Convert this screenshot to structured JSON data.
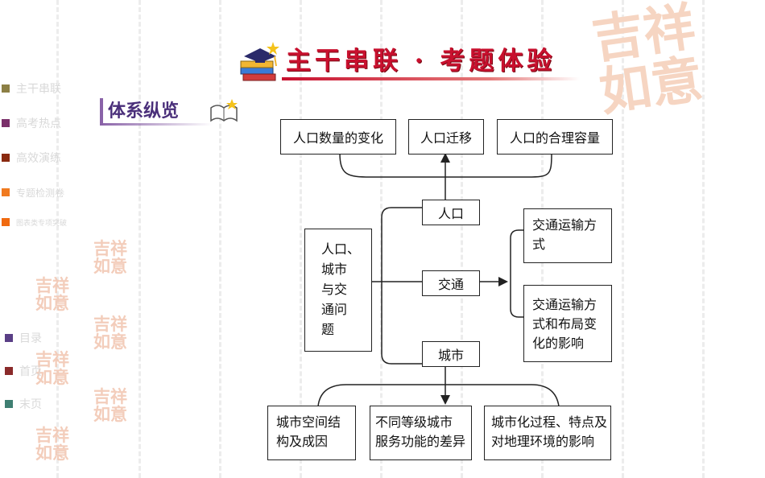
{
  "slide": {
    "title": "主干串联 · 考题体验",
    "section_title": "体系纵览"
  },
  "nav": {
    "items": [
      {
        "label": "主干串联",
        "color": "#8c7f45"
      },
      {
        "label": "高考热点",
        "color": "#7a2f6a"
      },
      {
        "label": "高效演练",
        "color": "#8a2a10"
      },
      {
        "label": "专题检测卷",
        "color": "#f07a20"
      },
      {
        "label": "图表类专项突破",
        "color": "#f06a10"
      }
    ],
    "bottom": [
      {
        "label": "目录",
        "color": "#5a3f86"
      },
      {
        "label": "首页",
        "color": "#8a2a2a"
      },
      {
        "label": "末页",
        "color": "#3f7f72"
      }
    ]
  },
  "decor": {
    "stamp_big": [
      "吉",
      "祥",
      "如",
      "意"
    ],
    "stamp_small": [
      "吉",
      "祥",
      "如",
      "意"
    ]
  },
  "diagram": {
    "top_row": [
      "人口数量的变化",
      "人口迁移",
      "人口的合理容量"
    ],
    "root": [
      "人口、",
      "城市",
      "与交",
      "通问",
      "题"
    ],
    "branches": [
      "人口",
      "交通",
      "城市"
    ],
    "transport_children": [
      [
        "交通运输方",
        "式"
      ],
      [
        "交通运输方",
        "式和布局变",
        "化的影响"
      ]
    ],
    "city_children": [
      [
        "城市空间结",
        "构及成因"
      ],
      [
        "不同等级城市",
        "服务功能的差异"
      ],
      [
        "城市化过程、特点及",
        "对地理环境的影响"
      ]
    ]
  }
}
